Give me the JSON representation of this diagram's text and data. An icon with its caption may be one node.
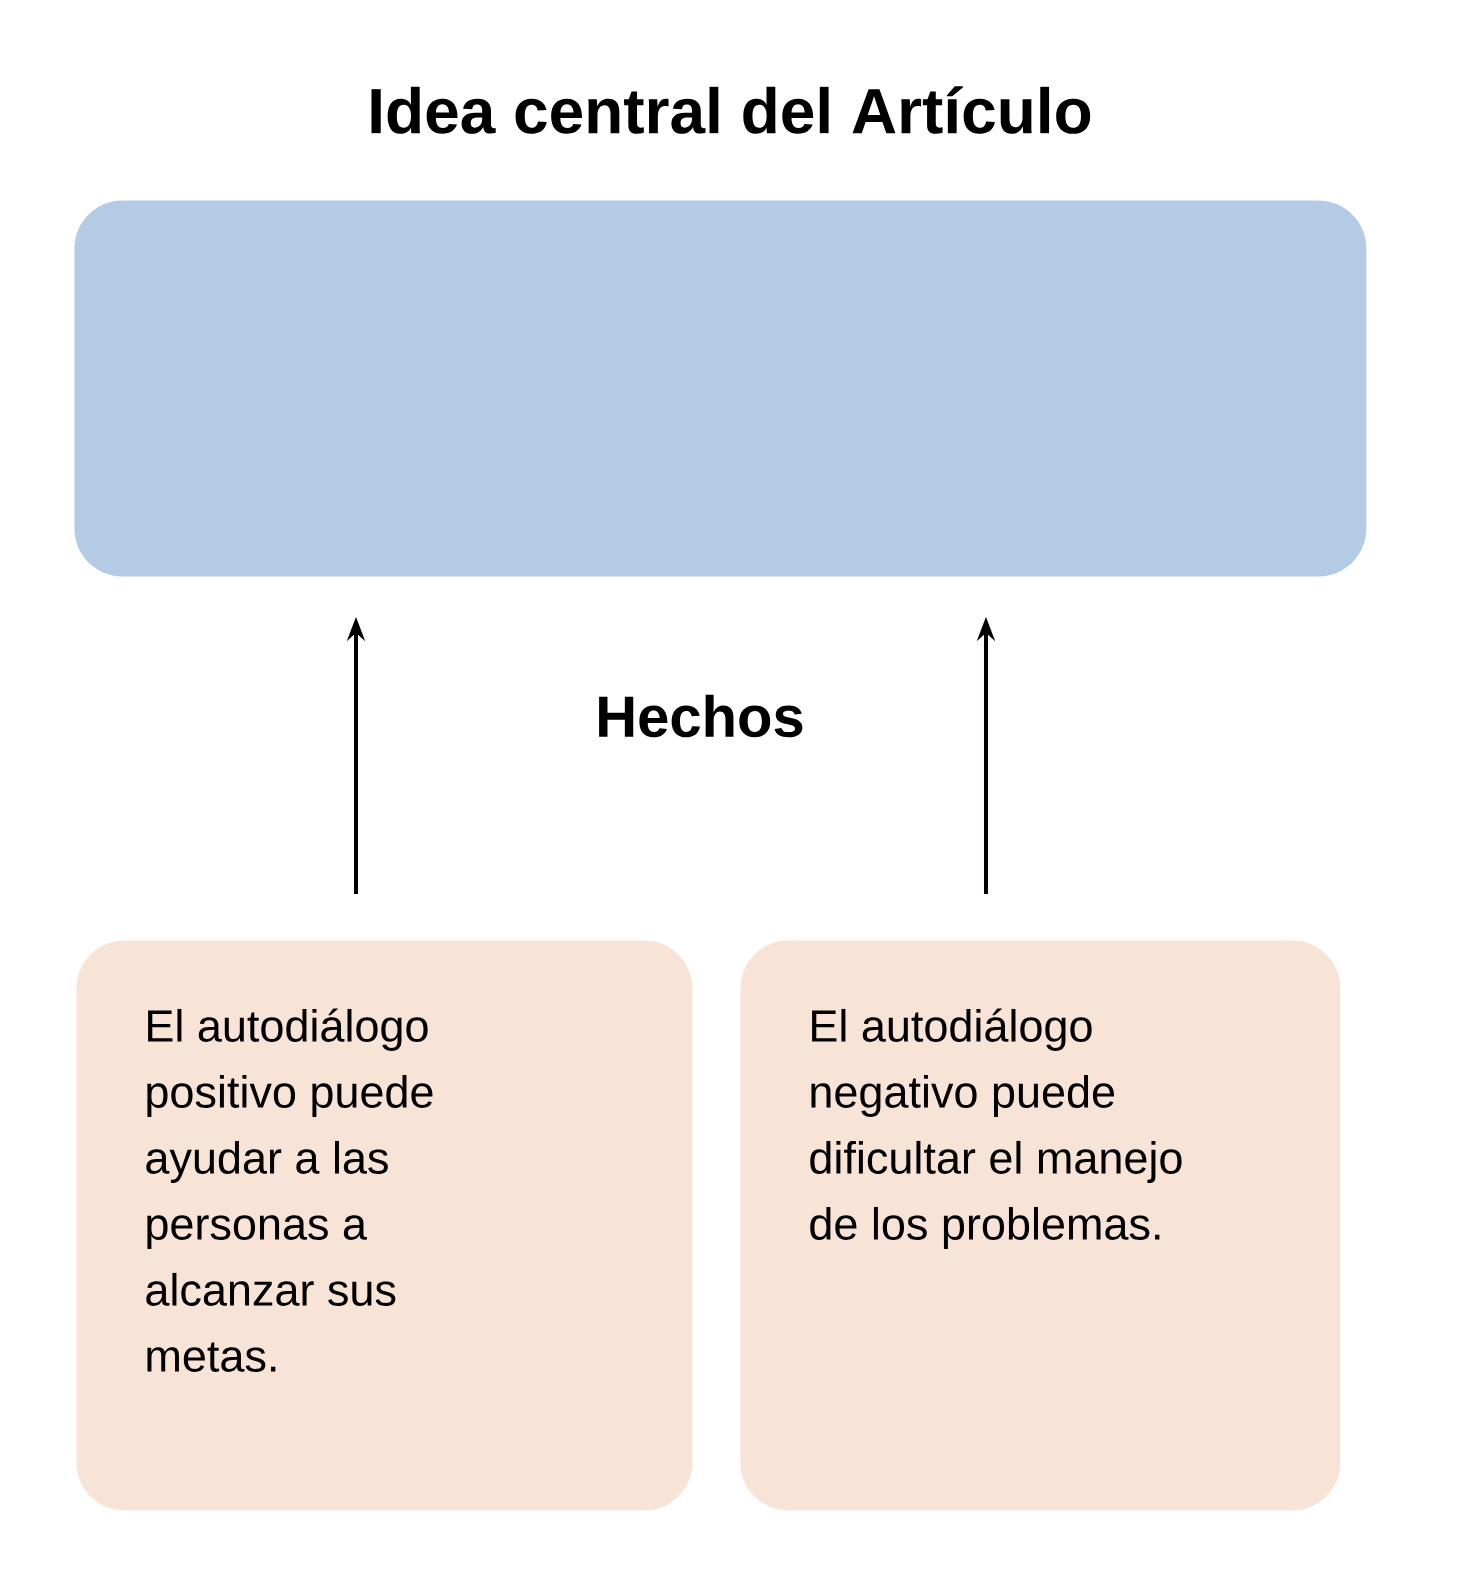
{
  "diagram": {
    "title": "Idea central del Artículo",
    "nodes": [
      {
        "text": [],
        "shape": "box"
      },
      {
        "text": [
          "El autodiálogo positivo puede ayudar a las personas a alcanzar sus metas."
        ]
      },
      {
        "text": [
          "El autodiálogo negativo puede dificultar el manejo de los problemas."
        ]
      }
    ],
    "edges": [
      {
        "from": 1,
        "to": 0,
        "arrow": "to"
      },
      {
        "from": 2,
        "to": 0,
        "arrow": "to"
      }
    ],
    "labels": [
      "Hechos"
    ]
  }
}
